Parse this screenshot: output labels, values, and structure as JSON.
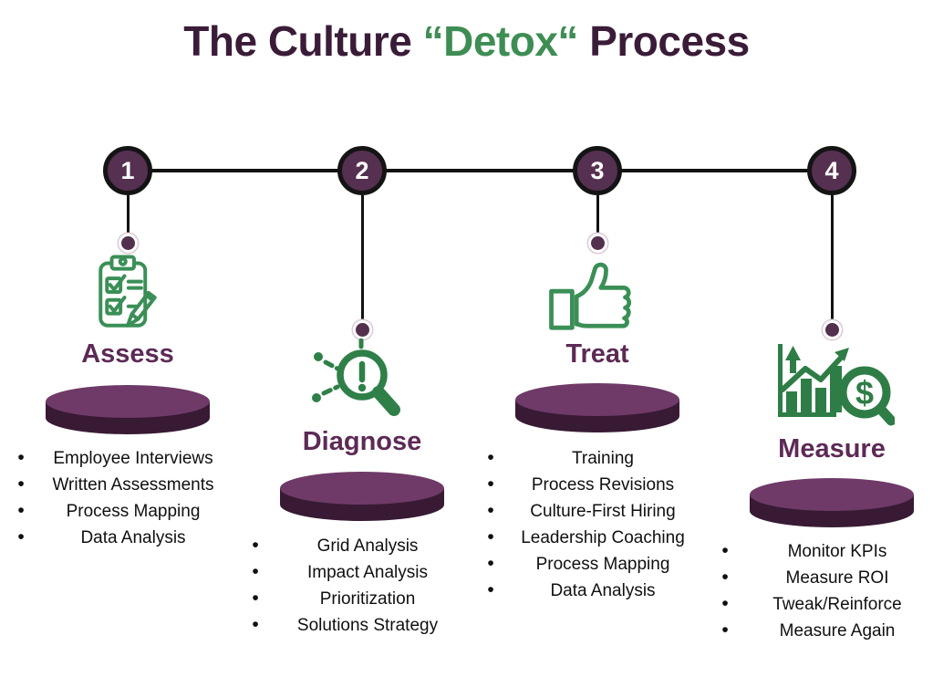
{
  "title": {
    "prefix": "The Culture ",
    "highlight": "“Detox“",
    "suffix": " Process"
  },
  "steps": [
    {
      "number": "1",
      "label": "Assess",
      "icon": "clipboard-checklist-icon",
      "items": [
        "Employee Interviews",
        "Written Assessments",
        "Process Mapping",
        "Data Analysis"
      ]
    },
    {
      "number": "2",
      "label": "Diagnose",
      "icon": "magnifier-alert-icon",
      "items": [
        "Grid Analysis",
        "Impact Analysis",
        "Prioritization",
        "Solutions Strategy"
      ]
    },
    {
      "number": "3",
      "label": "Treat",
      "icon": "thumbs-up-icon",
      "items": [
        "Training",
        "Process Revisions",
        "Culture-First Hiring",
        "Leadership Coaching",
        "Process Mapping",
        "Data Analysis"
      ]
    },
    {
      "number": "4",
      "label": "Measure",
      "icon": "chart-dollar-magnifier-icon",
      "items": [
        "Monitor KPIs",
        "Measure ROI",
        "Tweak/Reinforce",
        "Measure Again"
      ]
    }
  ],
  "colors": {
    "title_purple": "#3a1c38",
    "accent_green": "#3e8d54",
    "step_label_purple": "#5d2a56",
    "node_fill": "#553051",
    "disc_top": "#6f3a68",
    "disc_side": "#381a34",
    "line_black": "#121212",
    "icon_green_outline": "#3a8f56",
    "icon_green_fill": "#2f7d46",
    "text_black": "#101010"
  }
}
